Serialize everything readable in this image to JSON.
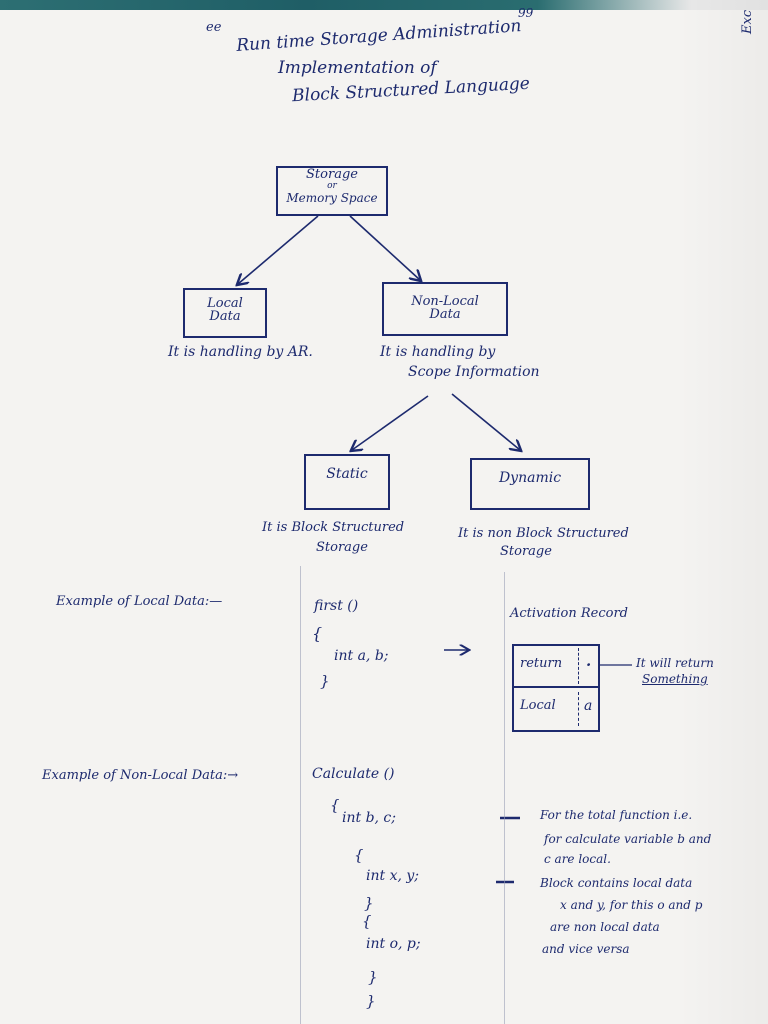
{
  "page": {
    "corner_marks_left": "ee",
    "corner_marks_right": "99",
    "edge_text": "Exc"
  },
  "title": {
    "line1": "Run time Storage Administration",
    "line2": "Implementation of",
    "line3": "Block Structured Language"
  },
  "tree": {
    "root": {
      "line1": "Storage",
      "line2": "or",
      "line3": "Memory Space"
    },
    "local": {
      "line1": "Local",
      "line2": "Data",
      "note": "It is handling by AR."
    },
    "nonlocal": {
      "line1": "Non-Local",
      "line2": "Data",
      "note1": "It is handling by",
      "note2": "Scope Information"
    },
    "static": {
      "label": "Static",
      "note1": "It is Block Structured",
      "note2": "Storage"
    },
    "dynamic": {
      "label": "Dynamic",
      "note1": "It is non Block Structured",
      "note2": "Storage"
    }
  },
  "local_example": {
    "label": "Example of Local Data:—",
    "code": [
      "first ()",
      "{",
      "int a, b;",
      "}"
    ],
    "ar_title": "Activation Record",
    "ar_rows": [
      {
        "left": "return",
        "right": "."
      },
      {
        "left": "Local",
        "right": "a"
      }
    ],
    "ar_note1": "It will return",
    "ar_note2": "Something"
  },
  "nonlocal_example": {
    "label": "Example of Non-Local Data:→",
    "code": [
      "Calculate ()",
      "{",
      "int b, c;",
      "{",
      "int x, y;",
      "}",
      "{",
      "int o, p;",
      "}",
      "}"
    ],
    "note_a": [
      "For the total function i.e.",
      "for calculate variable b and",
      "c are local."
    ],
    "note_b": [
      "Block contains local data",
      "x and y, for this o and p",
      "are non local data",
      "and vice versa"
    ]
  }
}
